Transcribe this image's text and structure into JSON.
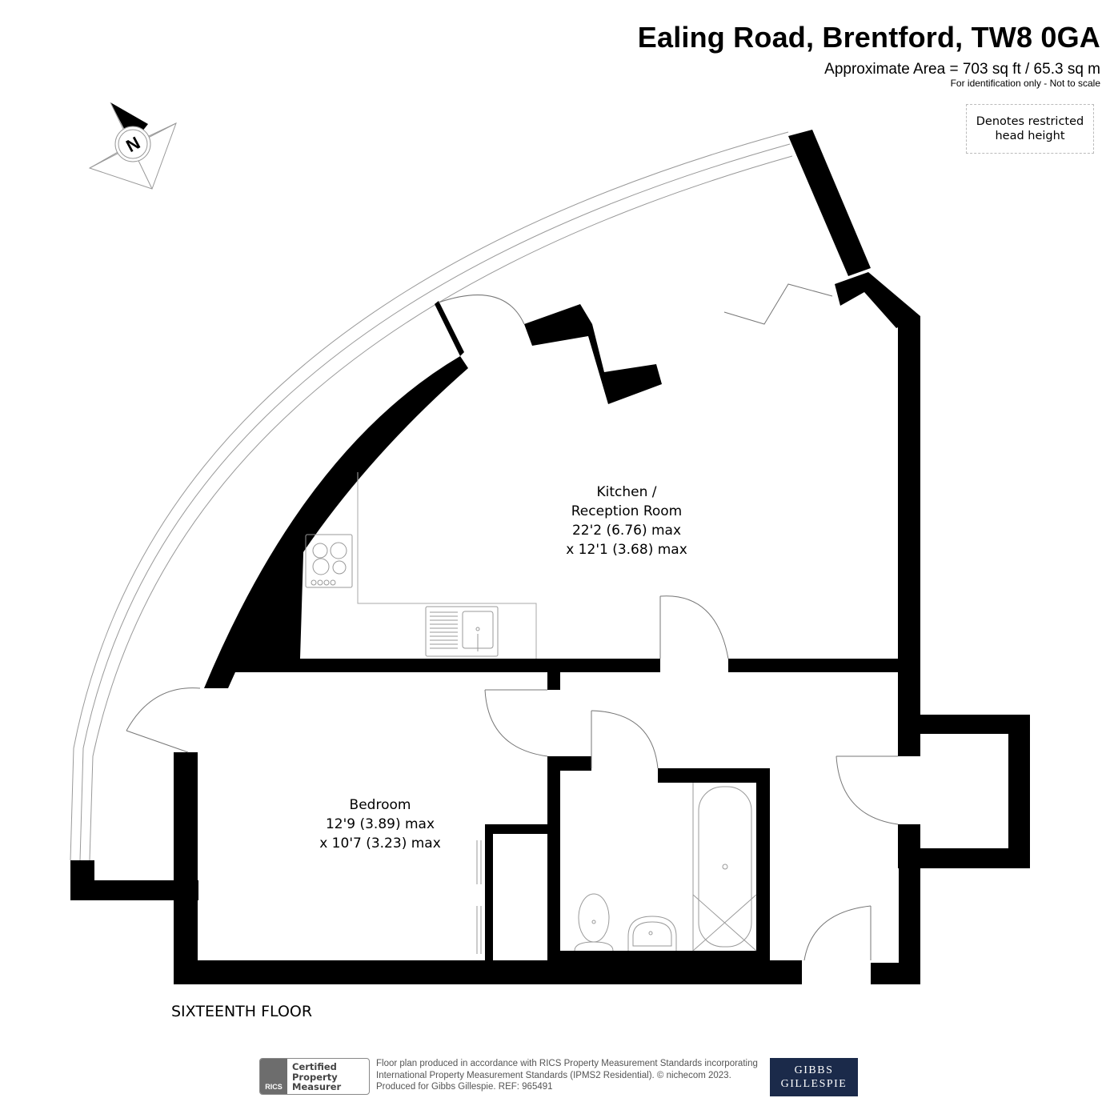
{
  "header": {
    "title": "Ealing Road, Brentford, TW8 0GA",
    "area": "Approximate Area = 703 sq ft / 65.3 sq m",
    "note": "For identification only - Not to scale"
  },
  "legend": {
    "restricted_line1": "Denotes restricted",
    "restricted_line2": "head height"
  },
  "compass": {
    "label": "N"
  },
  "rooms": [
    {
      "name": "Kitchen /",
      "line2": "Reception Room",
      "dim1": "22'2 (6.76) max",
      "dim2": "x 12'1 (3.68) max"
    },
    {
      "name": "Bedroom",
      "dim1": "12'9 (3.89) max",
      "dim2": "x 10'7 (3.23) max"
    }
  ],
  "floor_label": "SIXTEENTH FLOOR",
  "footer": {
    "rics_logo": "RICS",
    "rics_line1": "Certified",
    "rics_line2": "Property",
    "rics_line3": "Measurer",
    "text_line1": "Floor plan produced in accordance with RICS Property Measurement Standards incorporating",
    "text_line2": "International Property Measurement Standards (IPMS2 Residential).   © nichecom 2023.",
    "text_line3": "Produced for Gibbs Gillespie.   REF:  965491",
    "brand_line1": "GIBBS",
    "brand_line2": "GILLESPIE",
    "brand_color": "#1b2a4a"
  }
}
